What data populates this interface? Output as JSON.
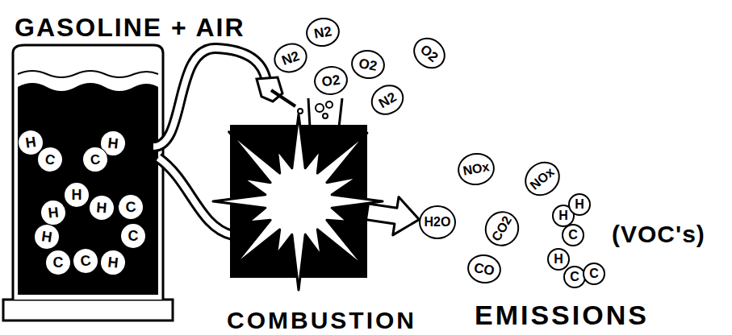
{
  "diagram": {
    "nodes": [
      {
        "text": [
          "H"
        ]
      },
      {
        "text": [
          "H"
        ]
      },
      {
        "text": [
          "C"
        ]
      },
      {
        "text": [
          "C"
        ]
      },
      {
        "text": [
          "H"
        ]
      },
      {
        "text": [
          "H"
        ]
      },
      {
        "text": [
          "C"
        ]
      },
      {
        "text": [
          "H"
        ]
      },
      {
        "text": [
          "H"
        ]
      },
      {
        "text": [
          "C"
        ]
      },
      {
        "text": [
          "C"
        ]
      },
      {
        "text": [
          "C"
        ]
      },
      {
        "text": [
          "H"
        ]
      },
      {
        "text": [
          "N2"
        ]
      },
      {
        "text": [
          "O2"
        ]
      },
      {
        "text": [
          "N2"
        ]
      },
      {
        "text": [
          "O2"
        ]
      },
      {
        "text": [
          "O2"
        ]
      },
      {
        "text": [
          "N2"
        ]
      },
      {
        "text": [
          "COMBUSTION"
        ]
      },
      {
        "text": [
          "NOx"
        ]
      },
      {
        "text": [
          "NOx"
        ]
      },
      {
        "text": [
          "H2O"
        ]
      },
      {
        "text": [
          "CO2"
        ]
      },
      {
        "text": [
          "CO"
        ]
      },
      {
        "text": [
          "H"
        ]
      },
      {
        "text": [
          "H"
        ]
      },
      {
        "text": [
          "C"
        ]
      },
      {
        "text": [
          "H"
        ]
      },
      {
        "text": [
          "C"
        ]
      },
      {
        "text": [
          "C"
        ]
      }
    ],
    "edges": [
      {
        "from": 19,
        "to": 22,
        "arrow": "to"
      }
    ],
    "labels": [
      "GASOLINE + AIR",
      "(VOC's)",
      "EMISSIONS"
    ]
  }
}
